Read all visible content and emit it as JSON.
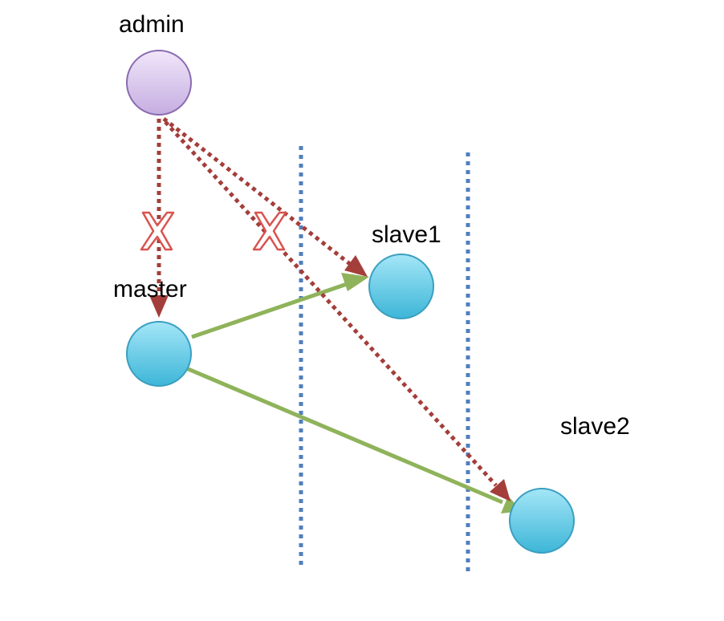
{
  "nodes": {
    "admin": {
      "label": "admin"
    },
    "master": {
      "label": "master"
    },
    "slave1": {
      "label": "slave1"
    },
    "slave2": {
      "label": "slave2"
    }
  },
  "colors": {
    "admin_fill_top": "#f1e6fa",
    "admin_fill_bottom": "#c5aee1",
    "admin_stroke": "#8a6bb0",
    "node_fill_top": "#a4e6f7",
    "node_fill_bottom": "#3db6d8",
    "node_stroke": "#3a9fc0",
    "blocked_arrow": "#a33e3a",
    "replication_arrow": "#8fb35a",
    "partition_line": "#4f7fbf",
    "cross_mark": "#d9534f"
  },
  "edges": [
    {
      "from": "admin",
      "to": "master",
      "style": "dotted",
      "status": "blocked"
    },
    {
      "from": "admin",
      "to": "slave1",
      "style": "dotted",
      "status": "ok"
    },
    {
      "from": "admin",
      "to": "slave2",
      "style": "dotted",
      "status": "blocked"
    },
    {
      "from": "master",
      "to": "slave1",
      "style": "solid",
      "status": "ok"
    },
    {
      "from": "master",
      "to": "slave2",
      "style": "solid",
      "status": "ok"
    }
  ],
  "partitions": 2
}
